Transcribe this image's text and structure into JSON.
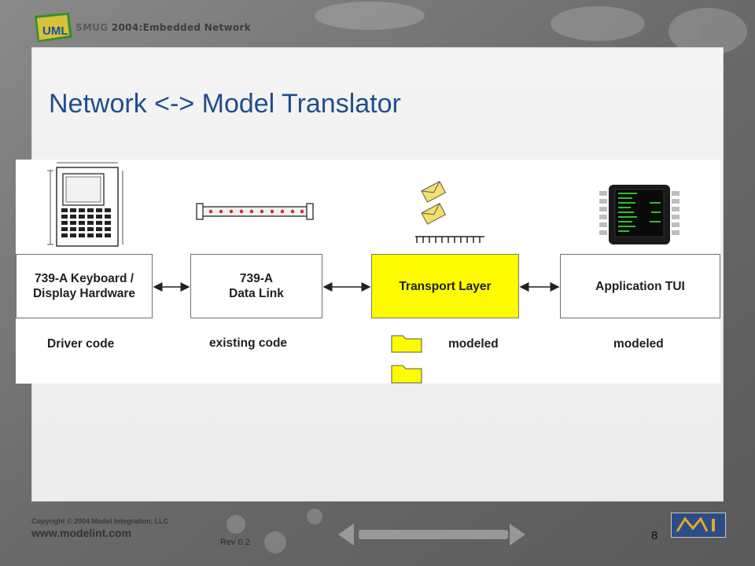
{
  "header": {
    "brand": "SMUG",
    "year_title": "2004:Embedded Network",
    "logo_text": "UML"
  },
  "slide": {
    "title": "Network <-> Model Translator"
  },
  "diagram": {
    "boxes": [
      {
        "line1": "739-A Keyboard /",
        "line2": "Display Hardware"
      },
      {
        "line1": "739-A",
        "line2": "Data Link"
      },
      {
        "line1": "Transport Layer",
        "line2": ""
      },
      {
        "line1": "Application TUI",
        "line2": ""
      }
    ],
    "captions": [
      "Driver code",
      "existing code",
      "modeled",
      "modeled"
    ],
    "colors": {
      "transport": "#fffb00",
      "box_border": "#6f6f6f"
    }
  },
  "footer": {
    "copyright": "Copyright © 2004 Model Integration, LLC",
    "url": "www.modelint.com",
    "rev": "Rev 0.2",
    "page": "8"
  }
}
